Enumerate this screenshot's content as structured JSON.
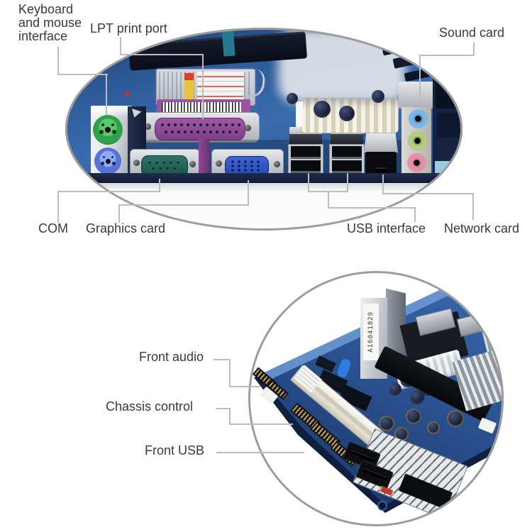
{
  "page": {
    "background": "#ffffff",
    "description": "Motherboard ports annotated product diagram"
  },
  "top_photo": {
    "alt": "Motherboard rear I/O panel photo (elliptical crop)",
    "labels": {
      "keyboard_mouse": {
        "lines": [
          "Keyboard",
          "and mouse",
          "interface"
        ]
      },
      "lpt": "LPT print port",
      "sound": "Sound card",
      "com": "COM",
      "graphics": "Graphics card",
      "usb": "USB interface",
      "network": "Network card"
    }
  },
  "bottom_photo": {
    "alt": "Motherboard front header corner photo (circular crop)",
    "labels": {
      "front_audio": "Front audio",
      "chassis": "Chassis control",
      "front_usb": "Front USB"
    },
    "sticker_text": "A16041829"
  },
  "colors": {
    "pcb_blue": "#2e5d9d",
    "pcb_dark_edge": "#16233f",
    "leader_line": "#bcbcbc",
    "crop_border": "#9c9c9c",
    "ps2_keyboard_green": "#2fa148",
    "ps2_mouse_purple": "#5572d4",
    "lpt_purple": "#9a55a2",
    "com_teal": "#2e7468",
    "vga_blue": "#3d66d8",
    "audio_line_in_blue": "#79b7e6",
    "audio_line_out_green": "#b5cc7a",
    "audio_mic_pink": "#e591a8",
    "label_text": "#3a3a3a"
  }
}
